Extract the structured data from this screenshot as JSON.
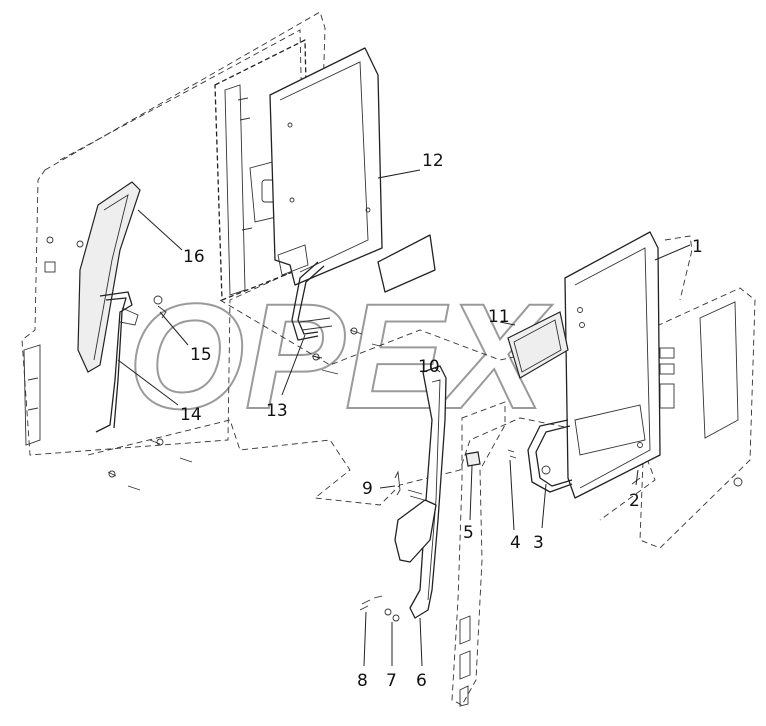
{
  "watermark": {
    "text": "OPEX"
  },
  "callouts": [
    {
      "id": "1",
      "label": "1"
    },
    {
      "id": "2",
      "label": "2"
    },
    {
      "id": "3",
      "label": "3"
    },
    {
      "id": "4",
      "label": "4"
    },
    {
      "id": "5",
      "label": "5"
    },
    {
      "id": "6",
      "label": "6"
    },
    {
      "id": "7",
      "label": "7"
    },
    {
      "id": "8",
      "label": "8"
    },
    {
      "id": "9",
      "label": "9"
    },
    {
      "id": "10",
      "label": "10"
    },
    {
      "id": "11",
      "label": "11"
    },
    {
      "id": "12",
      "label": "12"
    },
    {
      "id": "13",
      "label": "13"
    },
    {
      "id": "14",
      "label": "14"
    },
    {
      "id": "15",
      "label": "15"
    },
    {
      "id": "16",
      "label": "16"
    }
  ]
}
